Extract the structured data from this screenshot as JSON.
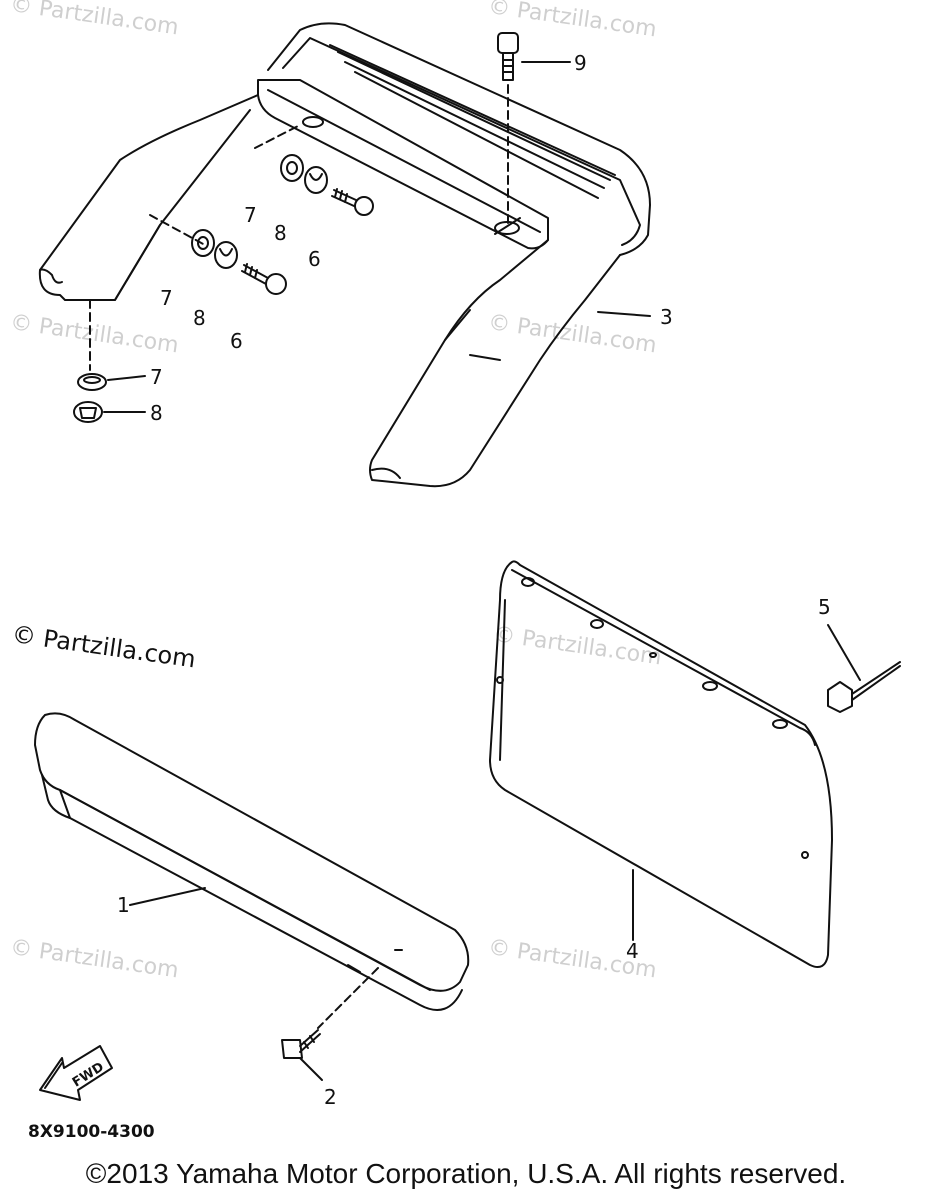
{
  "watermarks": {
    "small": "© Partzilla.com",
    "large": "© Partzilla.com"
  },
  "callouts": {
    "c1": "1",
    "c2": "2",
    "c3": "3",
    "c4": "4",
    "c5": "5",
    "c6a": "6",
    "c6b": "6",
    "c7a": "7",
    "c7b": "7",
    "c7c": "7",
    "c8a": "8",
    "c8b": "8",
    "c8c": "8",
    "c9": "9"
  },
  "front_badge": "FWD",
  "diagram_code": "8X9100-4300",
  "copyright": "©2013 Yamaha Motor Corporation, U.S.A. All rights reserved."
}
